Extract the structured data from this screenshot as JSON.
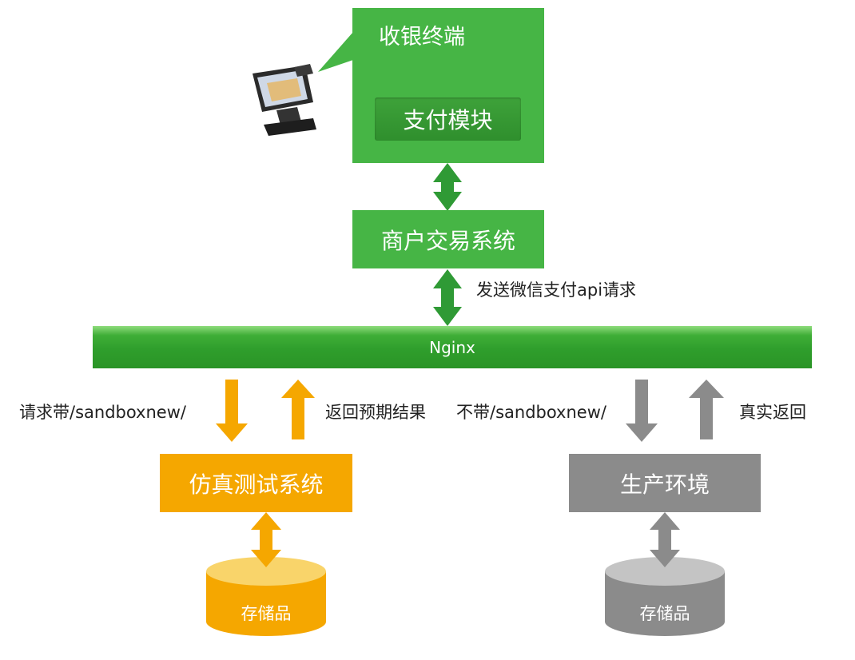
{
  "terminal": {
    "title": "收银终端",
    "module": "支付模块"
  },
  "merchant": {
    "label": "商户交易系统"
  },
  "request_label": "发送微信支付api请求",
  "nginx": {
    "label": "Nginx"
  },
  "simulation": {
    "label": "仿真测试系统",
    "request_label": "请求带/sandboxnew/",
    "return_label": "返回预期结果",
    "storage_label": "存储品"
  },
  "production": {
    "label": "生产环境",
    "request_label": "不带/sandboxnew/",
    "return_label": "真实返回",
    "storage_label": "存储品"
  },
  "colors": {
    "green": "#46b545",
    "dark_green": "#2f9a35",
    "orange": "#f5a700",
    "gray": "#8b8b8b"
  }
}
